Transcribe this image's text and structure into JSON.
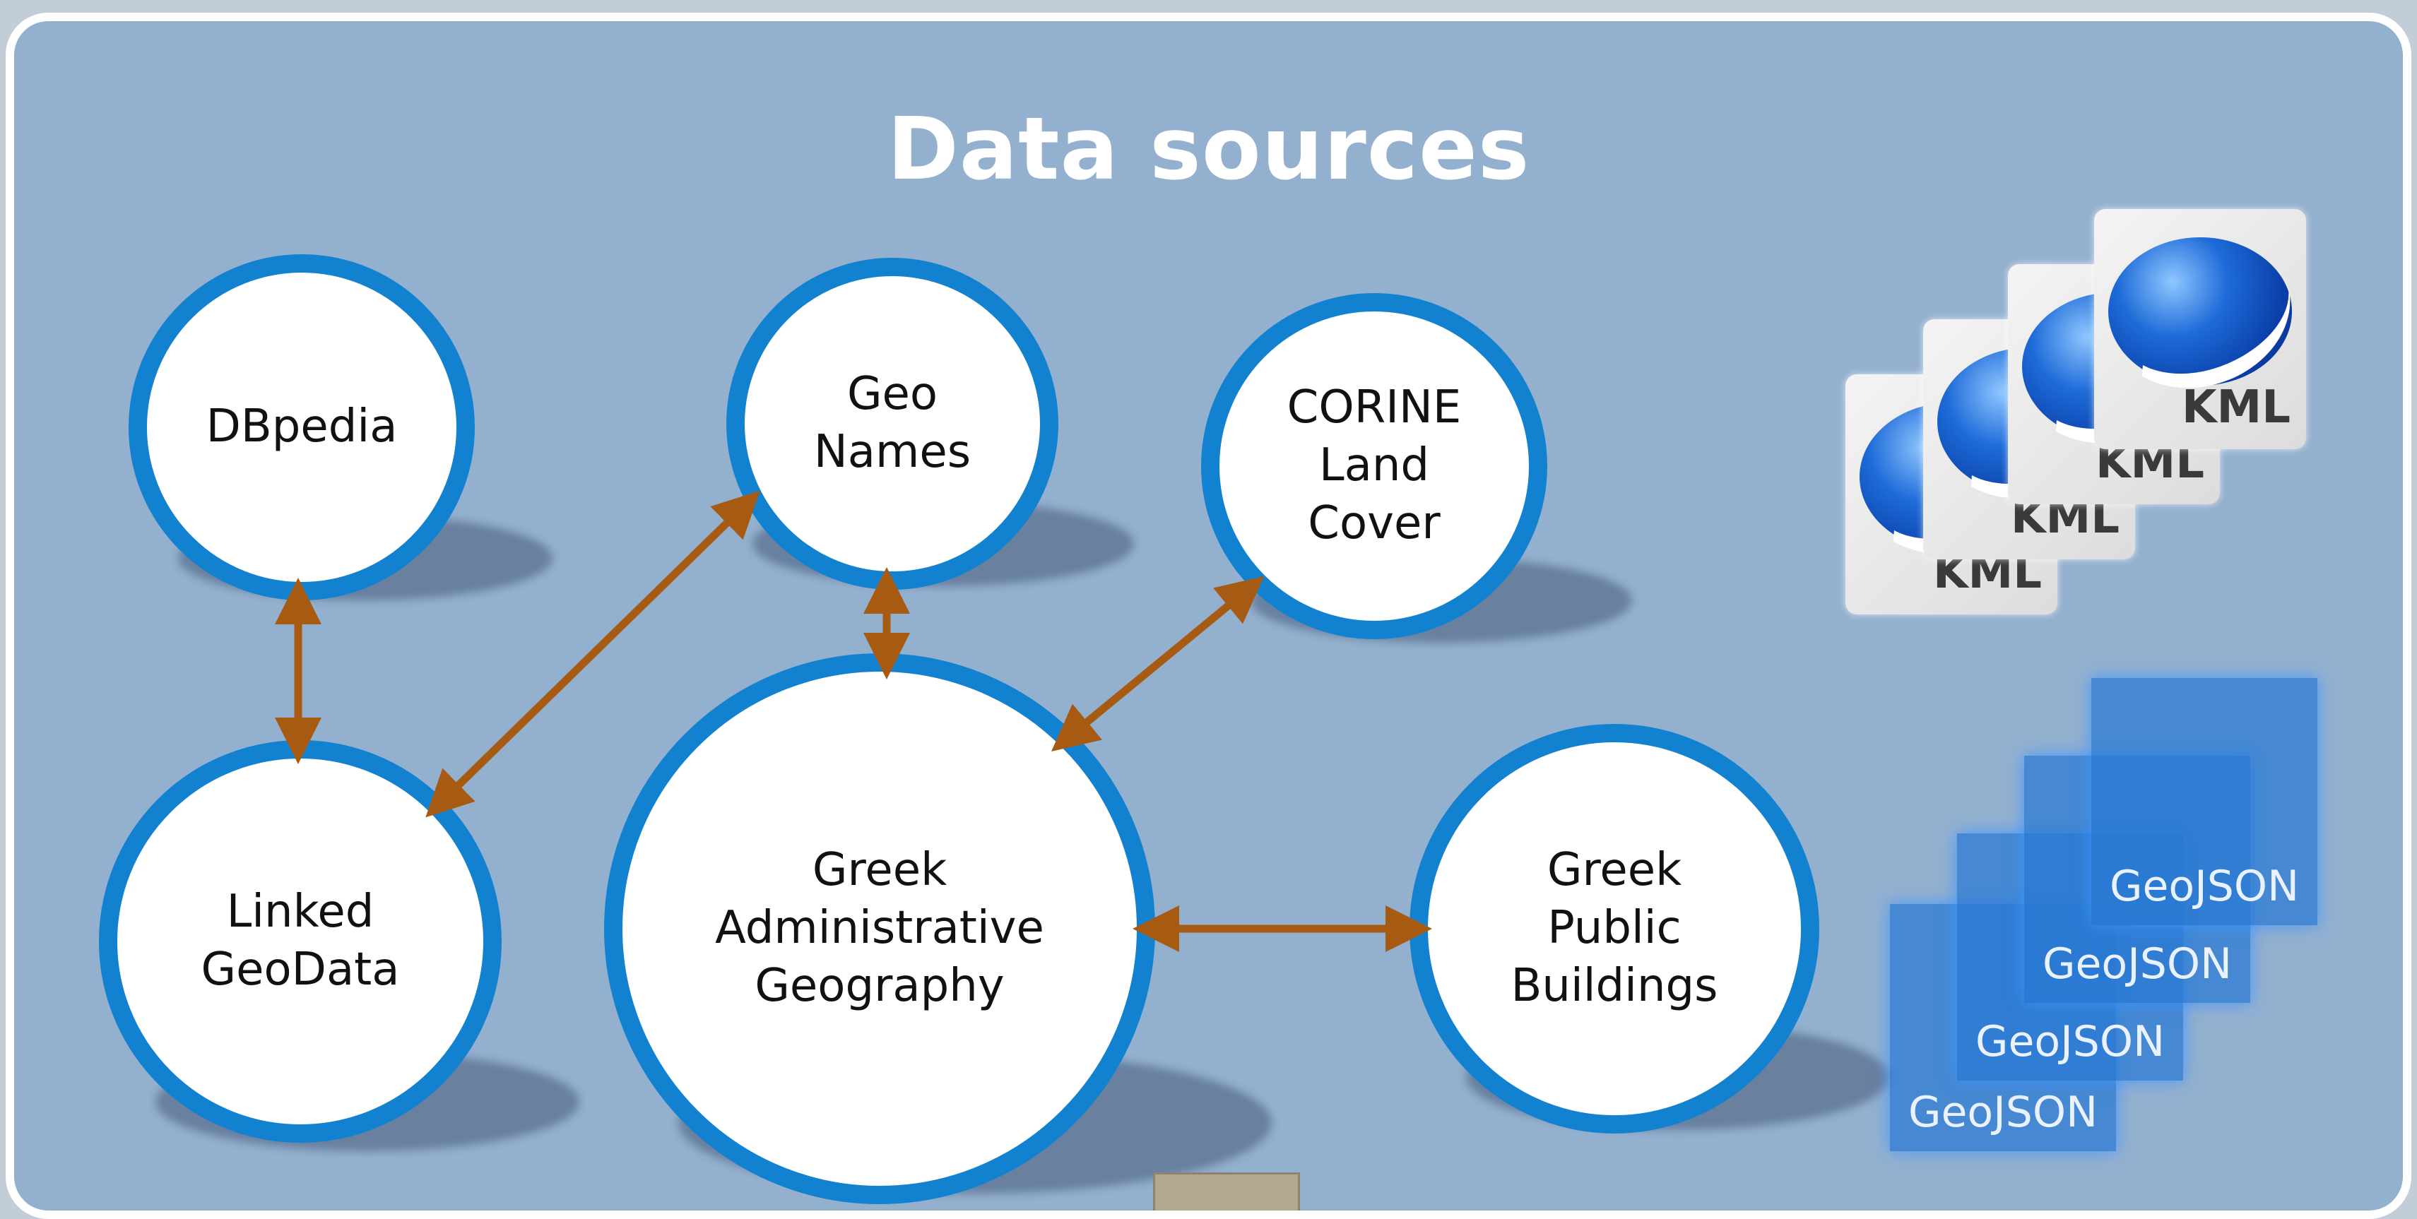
{
  "slide": {
    "title": "Data sources",
    "colors": {
      "background": "#94b0cf",
      "node_border": "#1282d0",
      "arrow": "#a65a12"
    }
  },
  "nodes": {
    "dbpedia": "DBpedia",
    "geonames": "Geo\nNames",
    "corine": "CORINE\nLand\nCover",
    "linkedgeodata": "Linked\nGeoData",
    "greek_admin": "Greek\nAdministrative\nGeography",
    "greek_public": "Greek\nPublic\nBuildings"
  },
  "edges": [
    [
      "dbpedia",
      "linkedgeodata"
    ],
    [
      "linkedgeodata",
      "geonames"
    ],
    [
      "geonames",
      "greek_admin"
    ],
    [
      "greek_admin",
      "corine"
    ],
    [
      "greek_admin",
      "greek_public"
    ]
  ],
  "file_stacks": {
    "kml": {
      "icon": "google-earth-icon",
      "labels": [
        "KML",
        "KML",
        "KML",
        "KML"
      ]
    },
    "geojson": {
      "icon": "document-icon",
      "labels": [
        "GeoJSON",
        "GeoJSON",
        "GeoJSON",
        "GeoJSON"
      ]
    }
  }
}
